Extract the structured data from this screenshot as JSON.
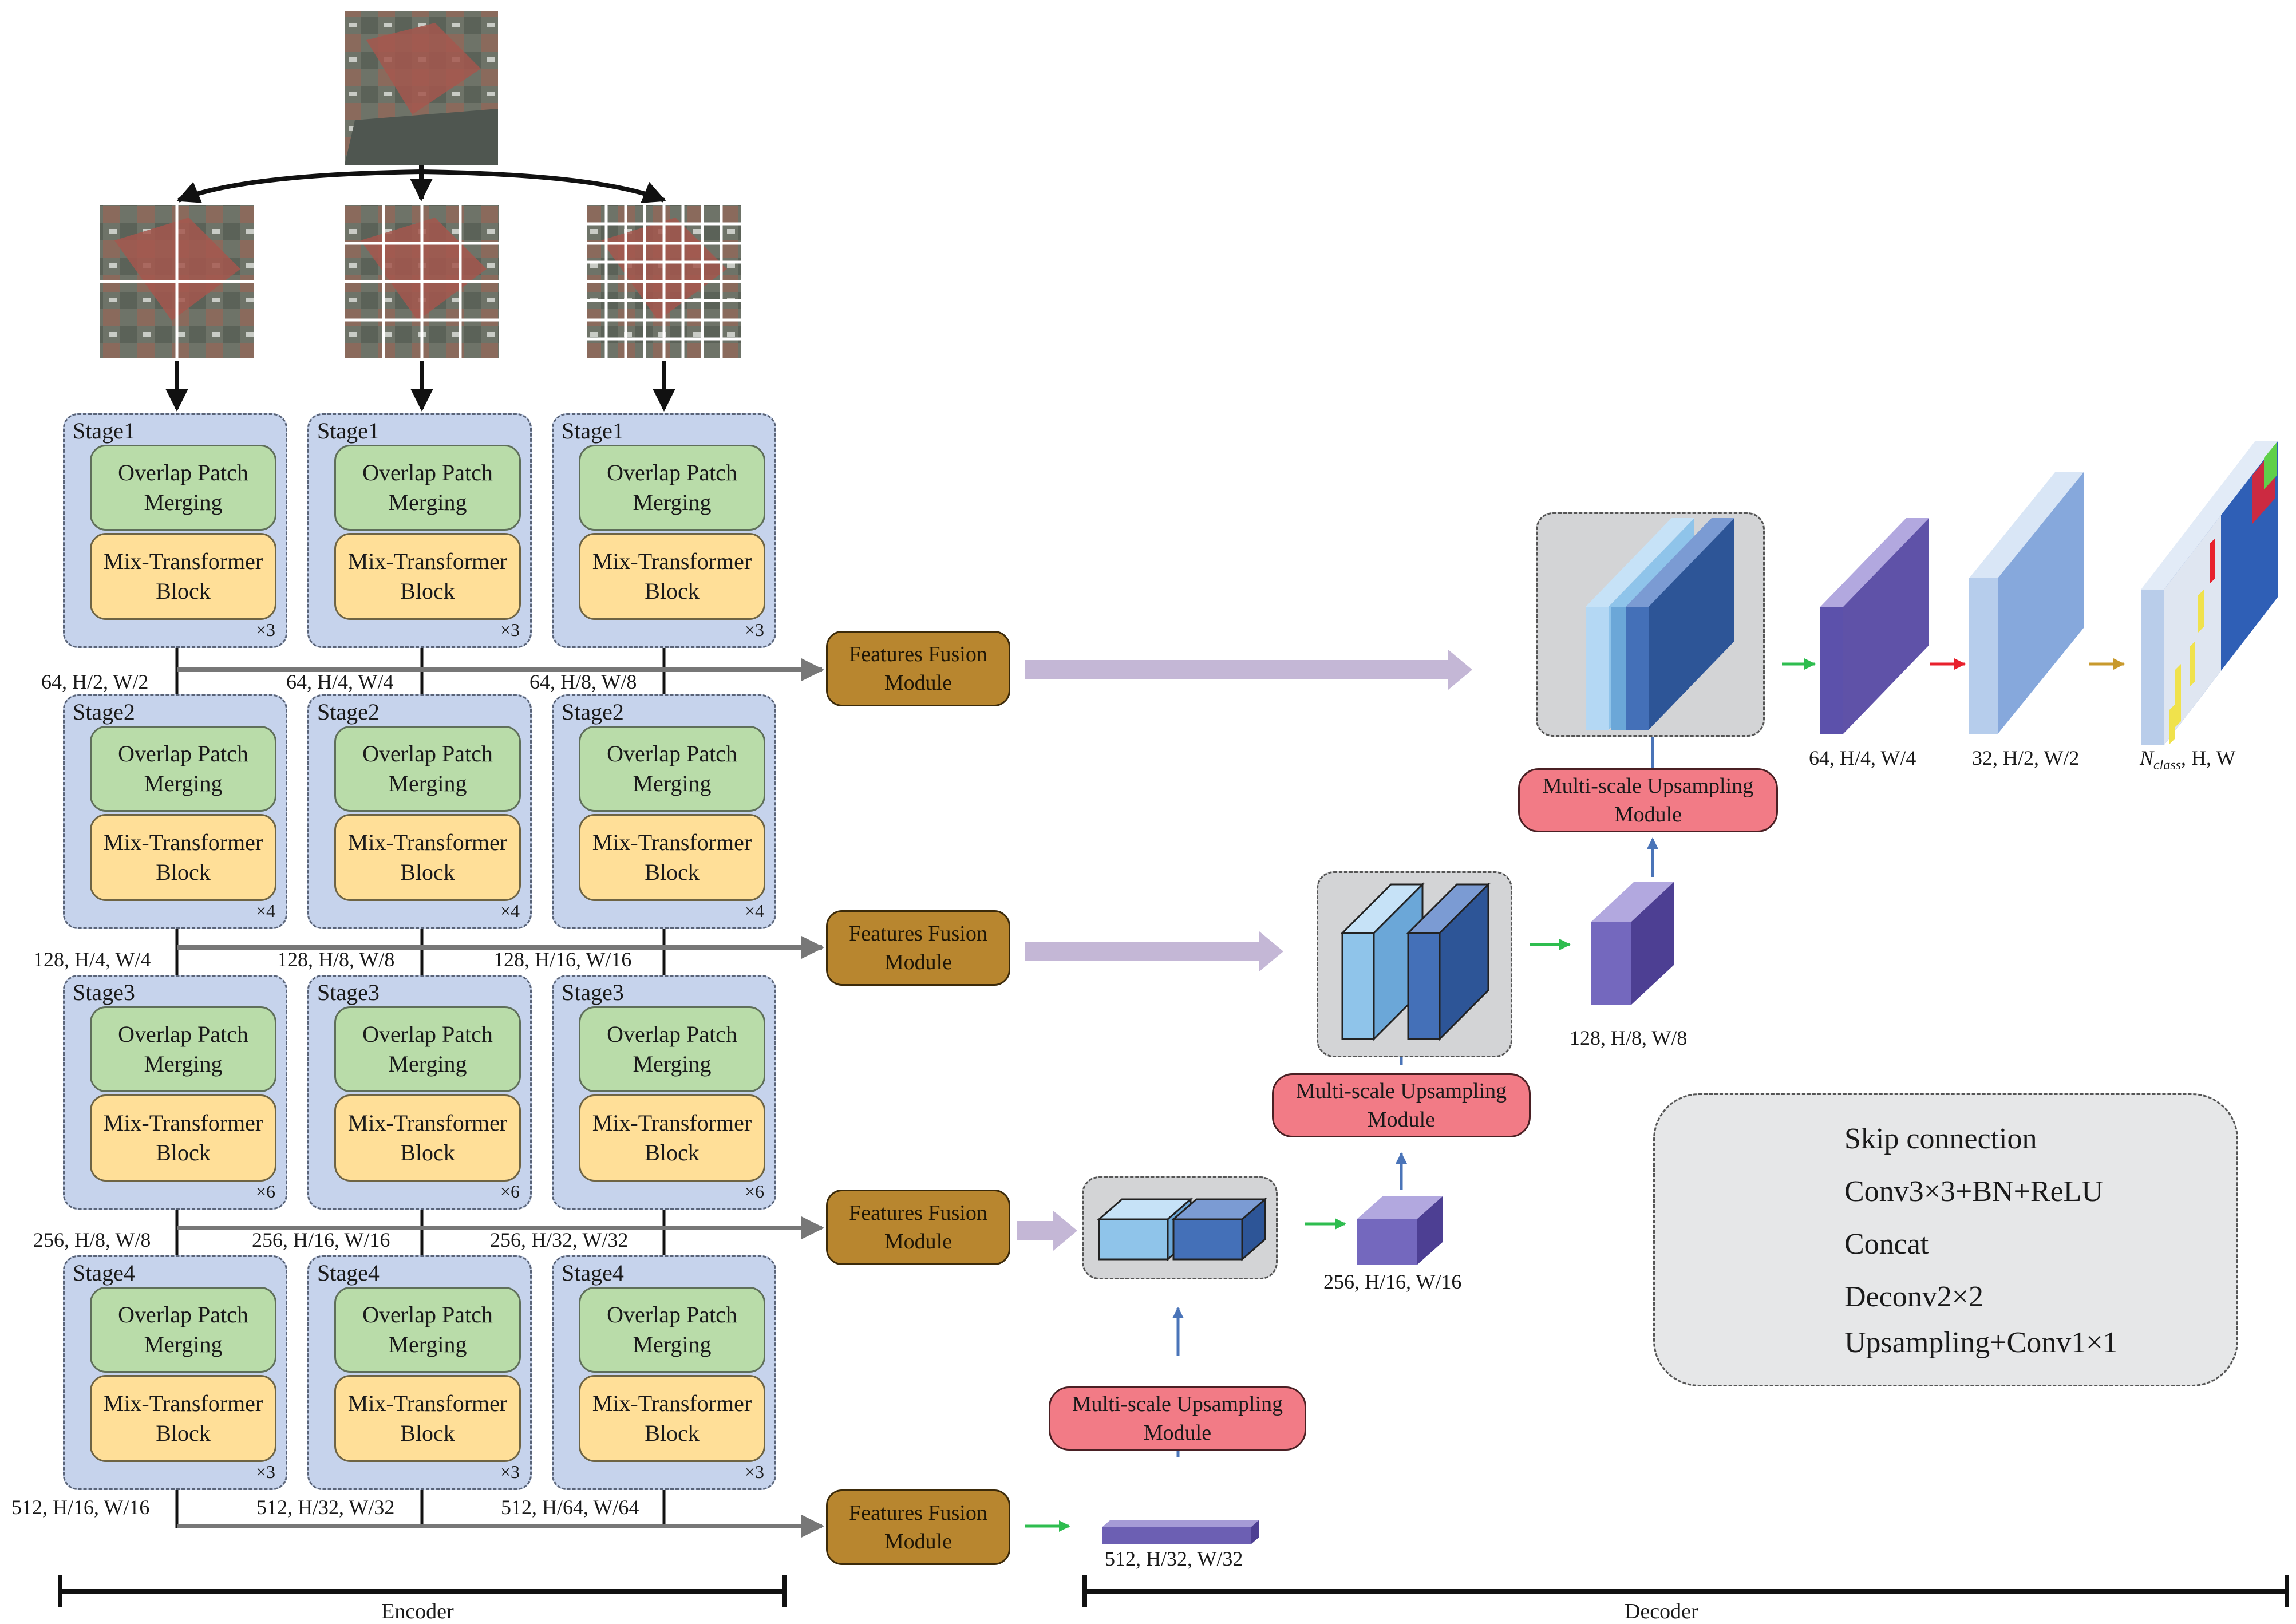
{
  "stage_titles": [
    "Stage1",
    "Stage2",
    "Stage3",
    "Stage4"
  ],
  "overlap_patch_merging": "Overlap Patch\nMerging",
  "mix_transformer_block": "Mix-Transformer\nBlock",
  "repeats": [
    "×3",
    "×4",
    "×6",
    "×3"
  ],
  "features_fusion_module": "Features Fusion\nModule",
  "multiscale_upsampling_module": "Multi-scale Upsampling\nModule",
  "encoder_dims": [
    [
      "64, H/2, W/2",
      "64, H/4, W/4",
      "64, H/8, W/8"
    ],
    [
      "128, H/4, W/4",
      "128, H/8, W/8",
      "128, H/16, W/16"
    ],
    [
      "256, H/8, W/8",
      "256, H/16, W/16",
      "256, H/32, W/32"
    ],
    [
      "512, H/16, W/16",
      "512, H/32, W/32",
      "512, H/64, W/64"
    ]
  ],
  "decoder_labels": {
    "d512": "512, H/32, W/32",
    "d256": "256, H/16, W/16",
    "d128": "128, H/8, W/8",
    "d64": "64, H/4, W/4",
    "d32": "32, H/2, W/2",
    "output_n": "N",
    "output_sub": "class",
    "output_rest": ", H, W"
  },
  "legend": {
    "skip": "Skip connection",
    "conv": "Conv3×3+BN+ReLU",
    "concat": "Concat",
    "deconv": "Deconv2×2",
    "upsampling": "Upsampling+Conv1×1"
  },
  "encoder_label": "Encoder",
  "decoder_label": "Decoder",
  "colors": {
    "stage_bg": "#c6d3ec",
    "opm": "#b9dca9",
    "mtb": "#ffdf98",
    "ffm": "#b8862f",
    "msu": "#f27b86",
    "concat_bg": "#d3d4d6",
    "skip": "#c4b7d6",
    "conv_arrow": "#2ebd4f",
    "deconv_arrow": "#e8212d",
    "upsampling_arrow": "#c89a2d",
    "blue_arrow": "#4a74b8"
  }
}
